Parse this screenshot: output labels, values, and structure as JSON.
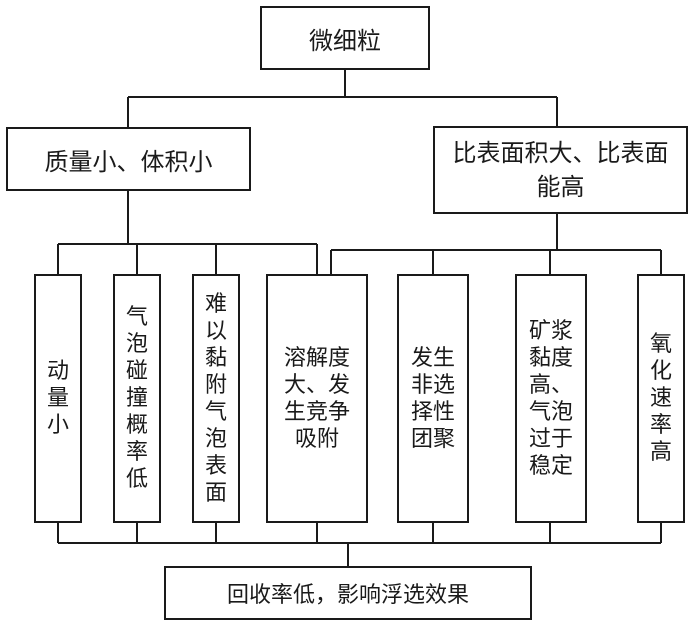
{
  "diagram": {
    "top": "微细粒",
    "mid_left": "质量小、体积小",
    "mid_right": "比表面积大、比表面能高",
    "bottom": "回收率低，影响浮选效果",
    "leaves": [
      "动量小",
      "气泡碰撞概率低",
      "难以黏附气泡表面",
      "溶解度大、发生竞争吸附",
      "发生非选择性团聚",
      "矿浆黏度高、气泡过于稳定",
      "氧化速率高"
    ]
  }
}
